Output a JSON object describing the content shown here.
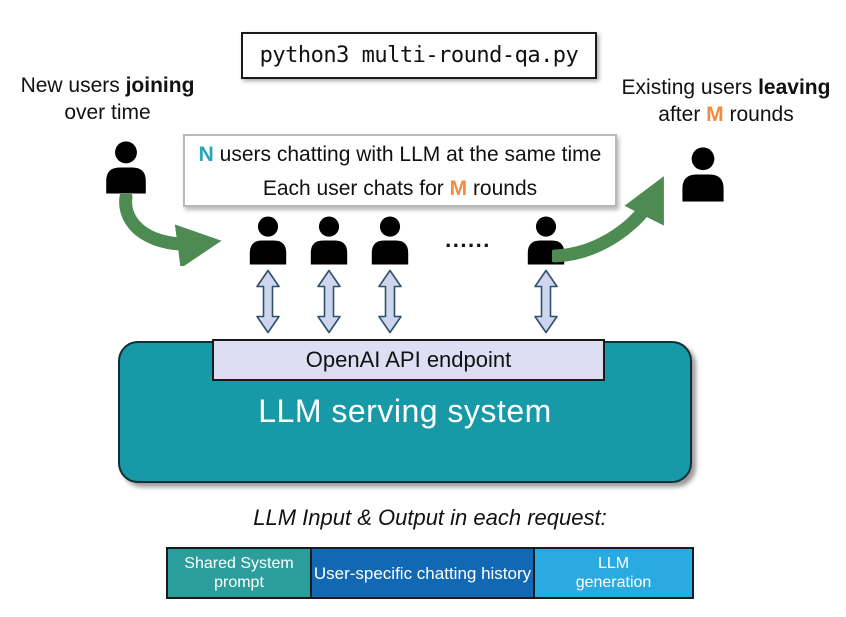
{
  "command_box": {
    "text": "python3 multi-round-qa.py"
  },
  "labels": {
    "left": {
      "line1_regular": "New users ",
      "line1_bold": "joining",
      "line2": "over time"
    },
    "right": {
      "line1_regular": "Existing users ",
      "line1_bold": "leaving",
      "line2_pre": "after ",
      "line2_highlight": "M",
      "line2_post": " rounds"
    }
  },
  "info_box": {
    "line1_highlight": "N",
    "line1_text": " users chatting with LLM at the same time",
    "line2_pre": "Each user chats for ",
    "line2_highlight": "M",
    "line2_post": " rounds"
  },
  "users_row": {
    "dots": "......"
  },
  "serving_system": {
    "endpoint": "OpenAI API endpoint",
    "title": "LLM serving system"
  },
  "request_breakdown": {
    "title": "LLM Input & Output in each request:",
    "segments": [
      {
        "label": "Shared System\nprompt",
        "color": "#2B9E9C"
      },
      {
        "label": "User-specific chatting history",
        "color": "#1268B3"
      },
      {
        "label": "LLM\ngeneration",
        "color": "#29ABE2"
      }
    ]
  },
  "colors": {
    "highlight_n": "#2BA6BE",
    "highlight_m": "#F28B41",
    "green_arrow": "#4E8B52",
    "serving_box": "#1899A8",
    "endpoint_bar": "#DDDEF3",
    "connector_fill": "#CDD6EC",
    "connector_stroke": "#2F4F6E",
    "person": "#000000"
  },
  "icons": {
    "user": "user-silhouette-icon",
    "connector": "double-headed-arrow-icon",
    "flow_in": "curved-arrow-right-icon",
    "flow_out": "curved-arrow-up-icon"
  }
}
